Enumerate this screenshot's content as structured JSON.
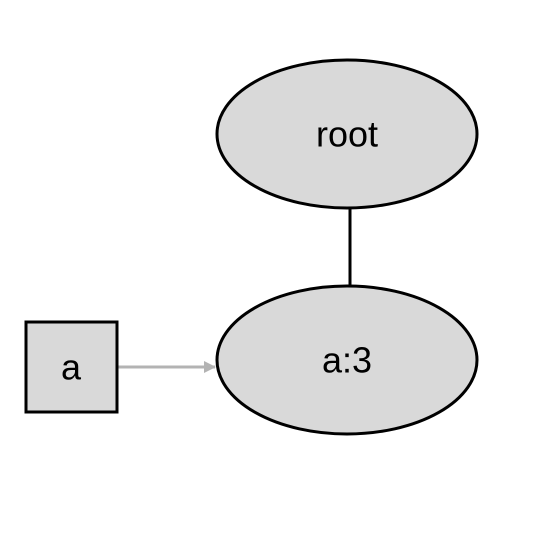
{
  "colors": {
    "node_fill": "#d9d9d9",
    "node_stroke": "#000000",
    "pointer_arrow": "#b3b3b3",
    "tree_edge": "#000000",
    "background": "#ffffff"
  },
  "nodes": {
    "root": {
      "label": "root",
      "shape": "ellipse"
    },
    "child": {
      "label": "a:3",
      "shape": "ellipse"
    },
    "pointer": {
      "label": "a",
      "shape": "square"
    }
  },
  "edges": [
    {
      "from": "root",
      "to": "child",
      "style": "line"
    },
    {
      "from": "pointer",
      "to": "child",
      "style": "arrow"
    }
  ]
}
